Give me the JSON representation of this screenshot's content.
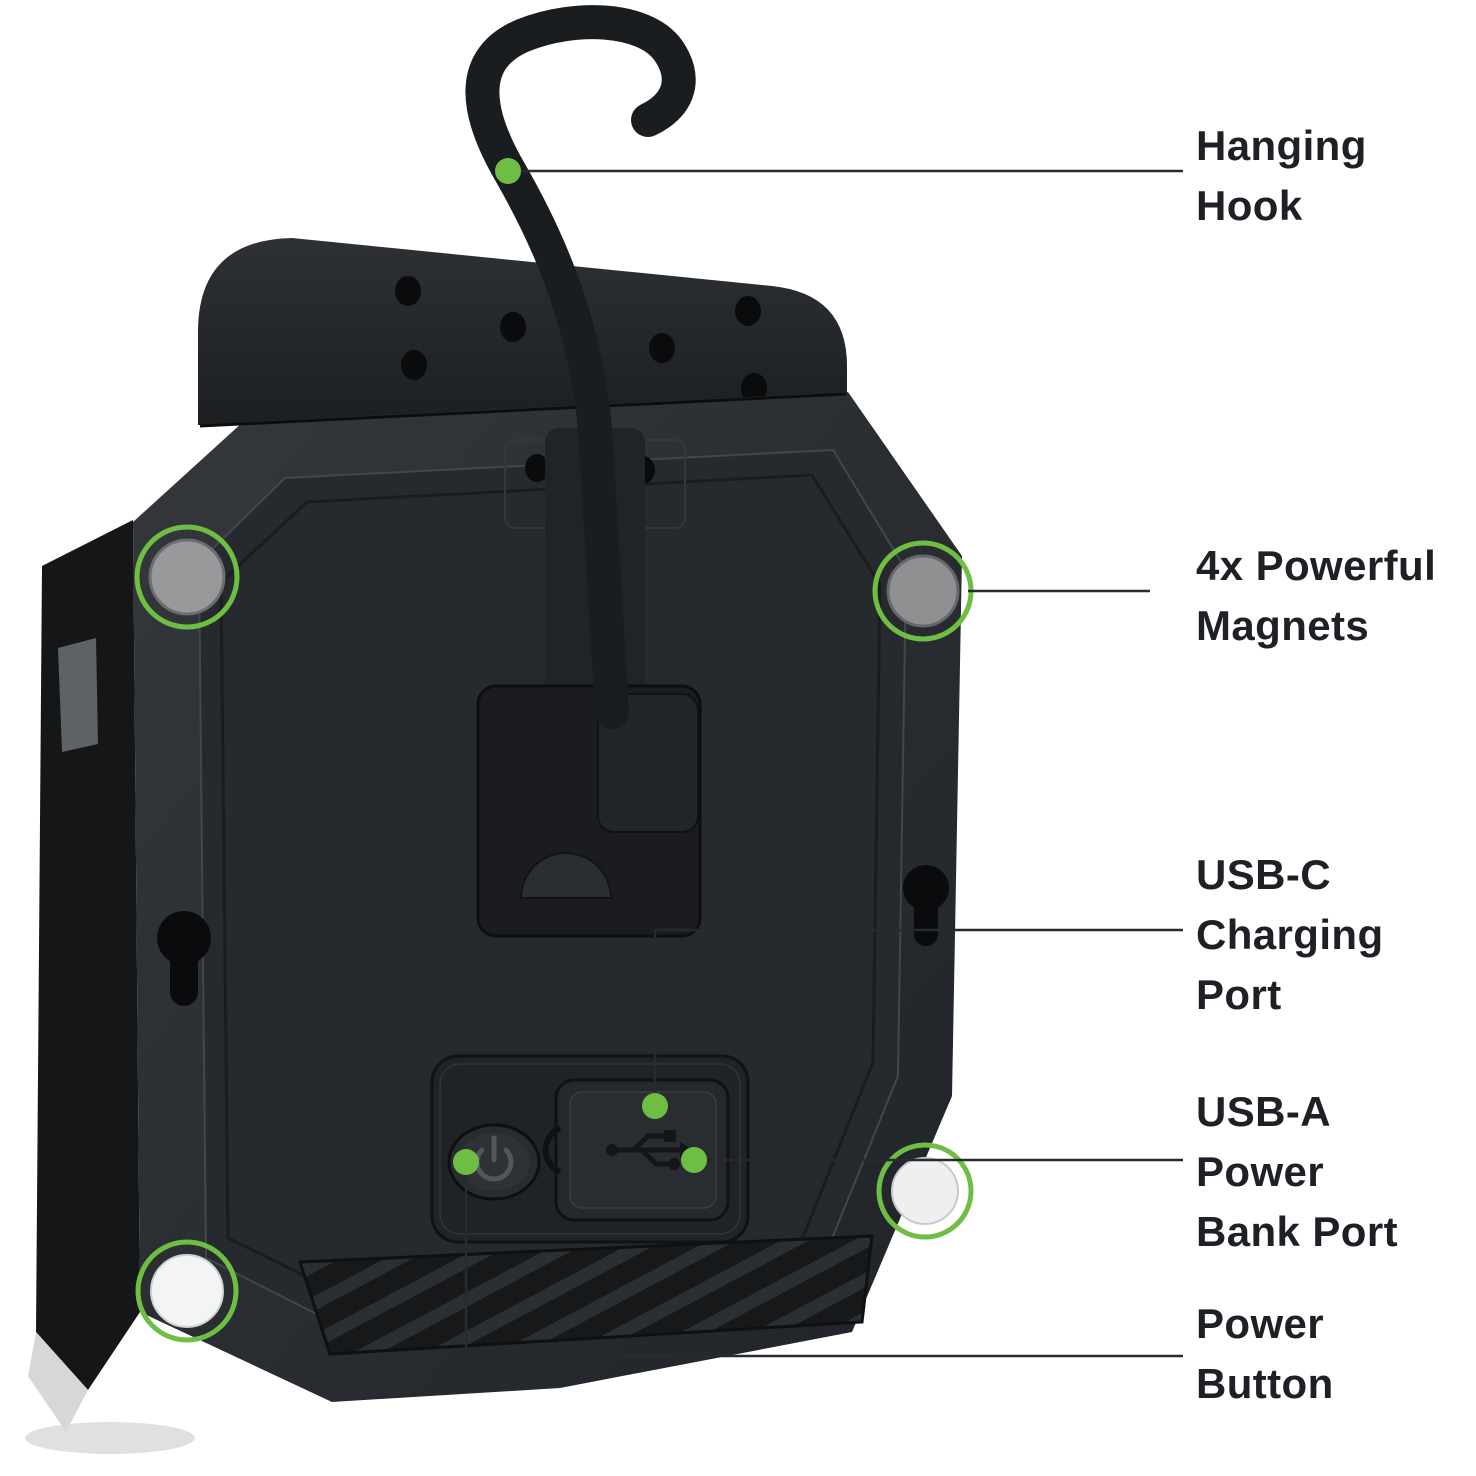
{
  "theme": {
    "accent_green": "#6fbe44",
    "label_color": "#1d2126",
    "line_color": "#272b2e",
    "background": "#ffffff",
    "device_body": "#26292d"
  },
  "callouts": [
    {
      "id": "hanging-hook",
      "label": "Hanging\nHook"
    },
    {
      "id": "magnets",
      "label": "4x Powerful\nMagnets"
    },
    {
      "id": "usb-c-port",
      "label": "USB-C\nCharging\nPort"
    },
    {
      "id": "usb-a-port",
      "label": "USB-A\nPower\nBank Port"
    },
    {
      "id": "power-button",
      "label": "Power\nButton"
    }
  ]
}
